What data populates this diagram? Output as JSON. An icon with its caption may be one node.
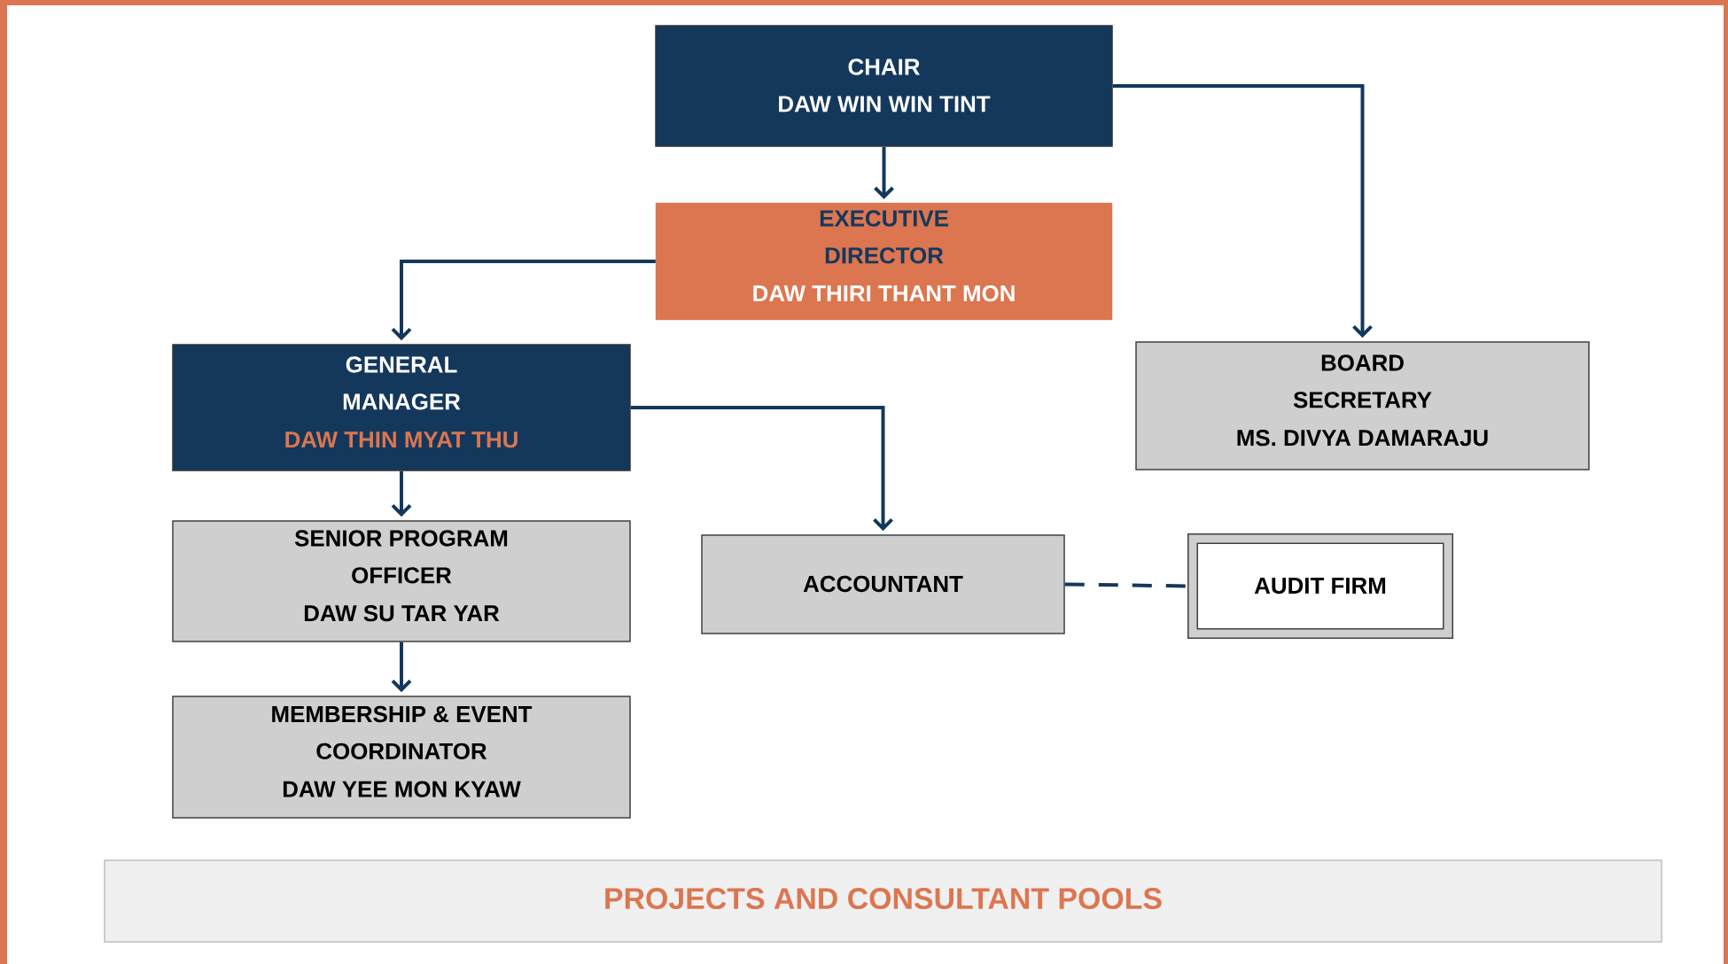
{
  "diagram": {
    "nodes": [
      {
        "text": [
          "CHAIR",
          "DAW WIN WIN TINT"
        ]
      },
      {
        "text": [
          "EXECUTIVE DIRECTOR",
          "DAW THIRI THANT MON"
        ]
      },
      {
        "text": [
          "GENERAL MANAGER",
          "DAW THIN MYAT THU"
        ]
      },
      {
        "text": [
          "BOARD SECRETARY",
          "MS. DIVYA DAMARAJU"
        ]
      },
      {
        "text": [
          "SENIOR PROGRAM OFFICER",
          "DAW SU TAR YAR"
        ]
      },
      {
        "text": [
          "ACCOUNTANT"
        ]
      },
      {
        "text": [
          "AUDIT FIRM"
        ]
      },
      {
        "text": [
          "MEMBERSHIP & EVENT COORDINATOR",
          "DAW YEE MON KYAW"
        ]
      },
      {
        "text": [
          "PROJECTS AND CONSULTANT POOLS"
        ]
      }
    ],
    "edges": [
      {
        "from": 0,
        "to": 1,
        "arrow": "to"
      },
      {
        "from": 0,
        "to": 3,
        "arrow": "to"
      },
      {
        "from": 1,
        "to": 2,
        "arrow": "to"
      },
      {
        "from": 2,
        "to": 5,
        "arrow": "to"
      },
      {
        "from": 2,
        "to": 4,
        "arrow": "to"
      },
      {
        "from": 4,
        "to": 7,
        "arrow": "to"
      },
      {
        "from": 5,
        "to": 6,
        "arrow": "none",
        "style": "dashed"
      }
    ]
  }
}
